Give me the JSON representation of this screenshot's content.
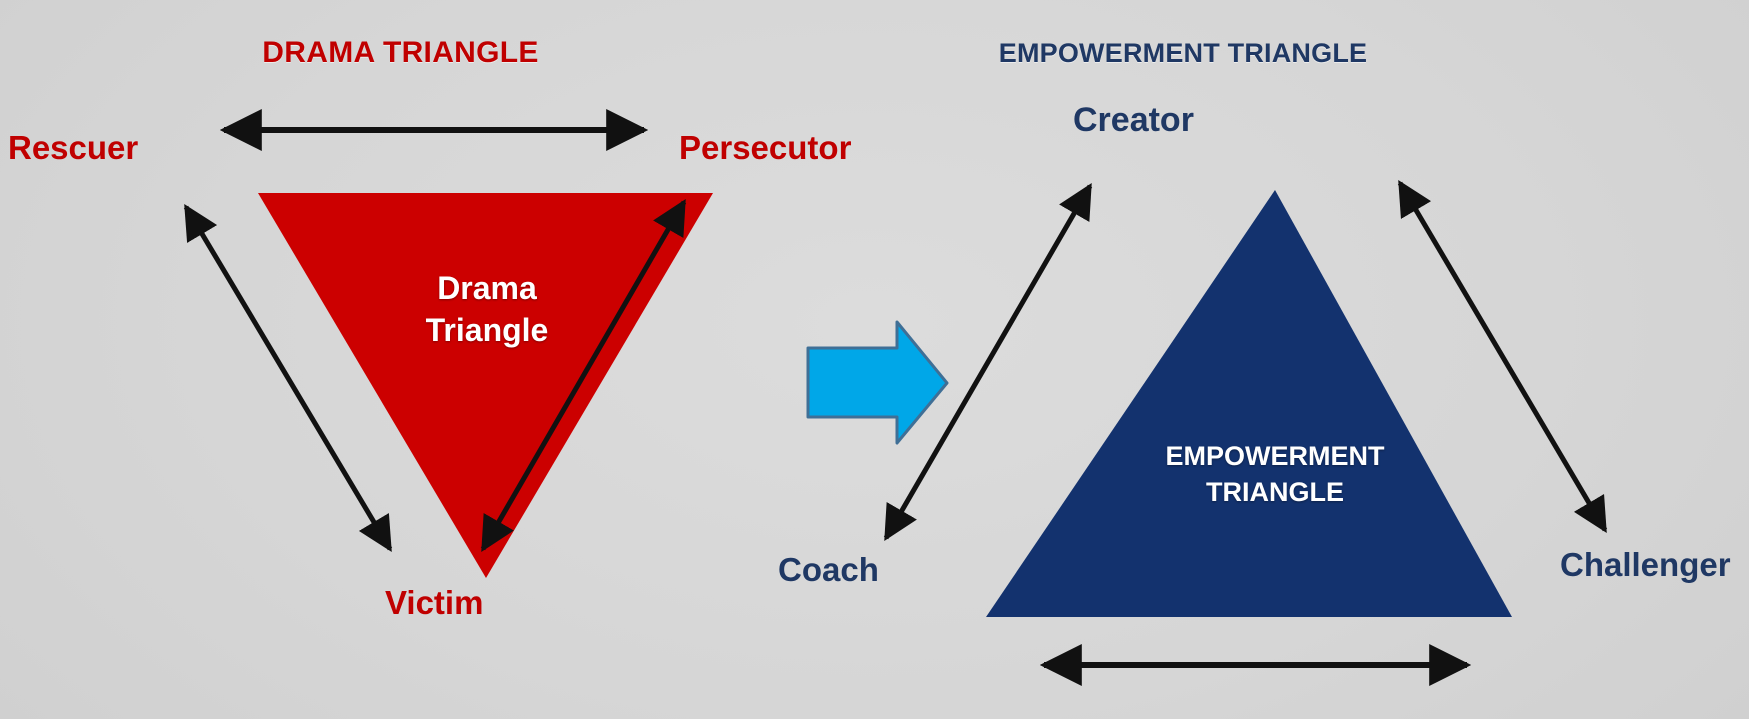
{
  "diagram": {
    "type": "comparison-diagram",
    "background_color": "#d9d9d9",
    "left": {
      "title": "DRAMA TRIANGLE",
      "title_color": "#c00000",
      "shape": "inverted-triangle",
      "shape_color": "#cc0000",
      "inner_caption_line1": "Drama",
      "inner_caption_line2": "Triangle",
      "inner_caption_color": "#ffffff",
      "roles": [
        {
          "id": "rescuer",
          "label": "Rescuer",
          "position": "top-left"
        },
        {
          "id": "persecutor",
          "label": "Persecutor",
          "position": "top-right"
        },
        {
          "id": "victim",
          "label": "Victim",
          "position": "bottom"
        }
      ],
      "connectors": [
        {
          "from": "Rescuer",
          "to": "Persecutor",
          "style": "double-arrow",
          "orientation": "horizontal"
        },
        {
          "from": "Rescuer",
          "to": "Victim",
          "style": "double-arrow",
          "orientation": "diagonal-left"
        },
        {
          "from": "Persecutor",
          "to": "Victim",
          "style": "double-arrow",
          "orientation": "diagonal-right"
        }
      ]
    },
    "transition": {
      "icon": "right-block-arrow",
      "fill_color": "#00a7e8",
      "stroke_color": "#2e5f8a"
    },
    "right": {
      "title": "EMPOWERMENT TRIANGLE",
      "title_color": "#1f3864",
      "shape": "upright-triangle",
      "shape_color": "#13326e",
      "inner_caption_line1": "EMPOWERMENT",
      "inner_caption_line2": "TRIANGLE",
      "inner_caption_color": "#ffffff",
      "roles": [
        {
          "id": "creator",
          "label": "Creator",
          "position": "top"
        },
        {
          "id": "coach",
          "label": "Coach",
          "position": "bottom-left"
        },
        {
          "id": "challenger",
          "label": "Challenger",
          "position": "bottom-right"
        }
      ],
      "connectors": [
        {
          "from": "Coach",
          "to": "Creator",
          "style": "double-arrow",
          "orientation": "diagonal-left"
        },
        {
          "from": "Challenger",
          "to": "Creator",
          "style": "double-arrow",
          "orientation": "diagonal-right"
        },
        {
          "from": "Coach",
          "to": "Challenger",
          "style": "double-arrow",
          "orientation": "horizontal"
        }
      ]
    }
  }
}
